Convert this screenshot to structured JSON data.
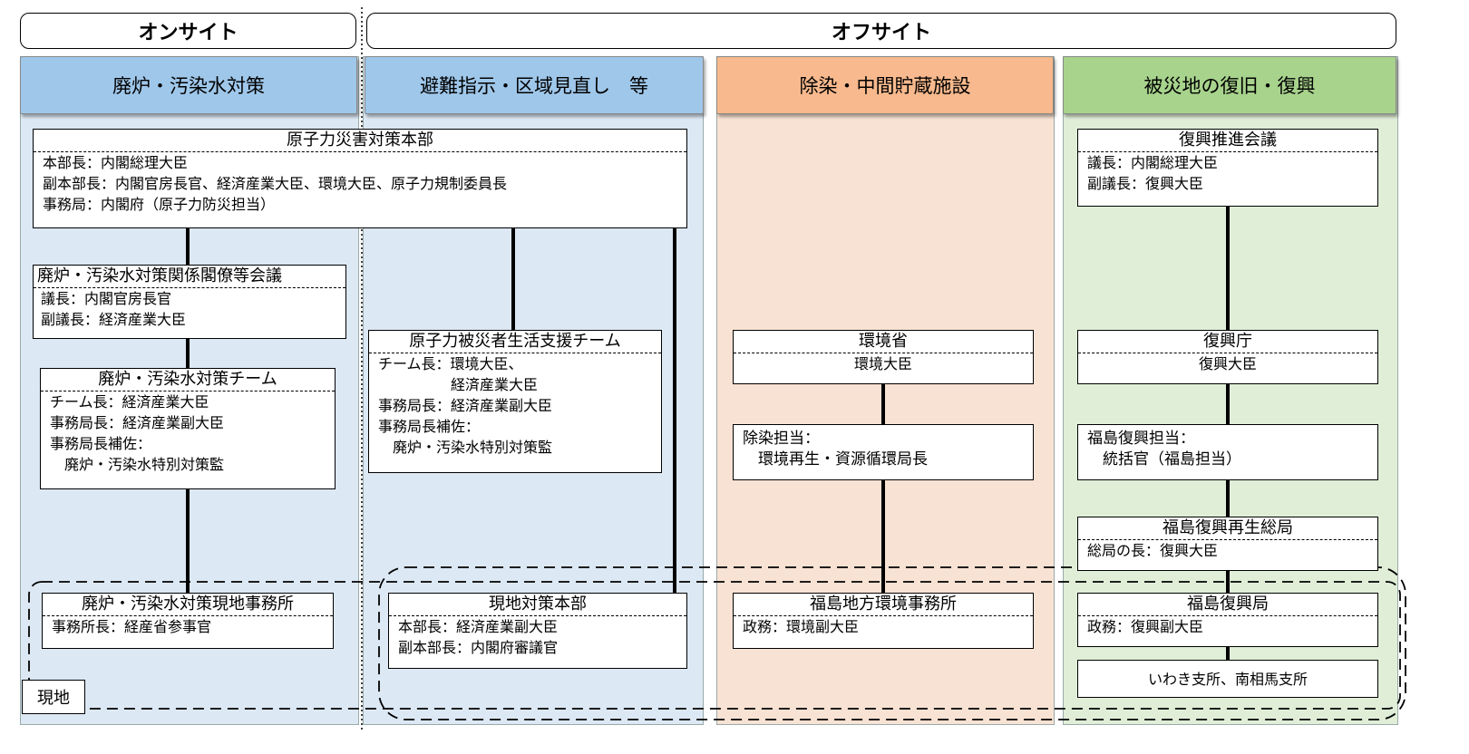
{
  "headers": {
    "onsite": "オンサイト",
    "offsite": "オフサイト"
  },
  "columns": [
    {
      "title": "廃炉・汚染水対策",
      "color": "#9fc7ea",
      "bg": "#dce8f4"
    },
    {
      "title": "避難指示・区域見直し　等",
      "color": "#9fc7ea",
      "bg": "#dce8f4"
    },
    {
      "title": "除染・中間貯蔵施設",
      "color": "#f7b98d",
      "bg": "#f8e2d3"
    },
    {
      "title": "被災地の復旧・復興",
      "color": "#a8d38d",
      "bg": "#e0eed8"
    }
  ],
  "boxes": {
    "hq": {
      "title": "原子力災害対策本部",
      "body": "本部長：内閣総理大臣\n副本部長：内閣官房長官、経済産業大臣、環境大臣、原子力規制委員長\n事務局：内閣府（原子力防災担当）"
    },
    "decom_council": {
      "title": "廃炉・汚染水対策関係閣僚等会議",
      "body": "議長：内閣官房長官\n副議長：経済産業大臣"
    },
    "decom_team": {
      "title": "廃炉・汚染水対策チーム",
      "body": "チーム長：経済産業大臣\n事務局長：経済産業副大臣\n事務局長補佐：\n　廃炉・汚染水特別対策監"
    },
    "decom_local": {
      "title": "廃炉・汚染水対策現地事務所",
      "body": "事務所長：経産省参事官"
    },
    "support_team": {
      "title": "原子力被災者生活支援チーム",
      "body": "チーム長：環境大臣、\n　　　　　経済産業大臣\n事務局長：経済産業副大臣\n事務局長補佐：\n　廃炉・汚染水特別対策監"
    },
    "local_hq": {
      "title": "現地対策本部",
      "body": "本部長：経済産業副大臣\n副本部長：内閣府審議官"
    },
    "moe": {
      "title": "環境省",
      "body": "環境大臣"
    },
    "decon": {
      "body": "除染担当：\n　環境再生・資源循環局長"
    },
    "fukushima_env": {
      "title": "福島地方環境事務所",
      "body": "政務：環境副大臣"
    },
    "recon_council": {
      "title": "復興推進会議",
      "body": "議長：内閣総理大臣\n副議長：復興大臣"
    },
    "recon_agency": {
      "title": "復興庁",
      "body": "復興大臣"
    },
    "fukushima_recon": {
      "body": "福島復興担当：\n　統括官（福島担当）"
    },
    "recon_general": {
      "title": "福島復興再生総局",
      "body": "総局の長：復興大臣"
    },
    "fukushima_bureau": {
      "title": "福島復興局",
      "body": "政務：復興副大臣"
    },
    "branches": {
      "body": "いわき支所、南相馬支所"
    }
  },
  "local_label": "現地"
}
